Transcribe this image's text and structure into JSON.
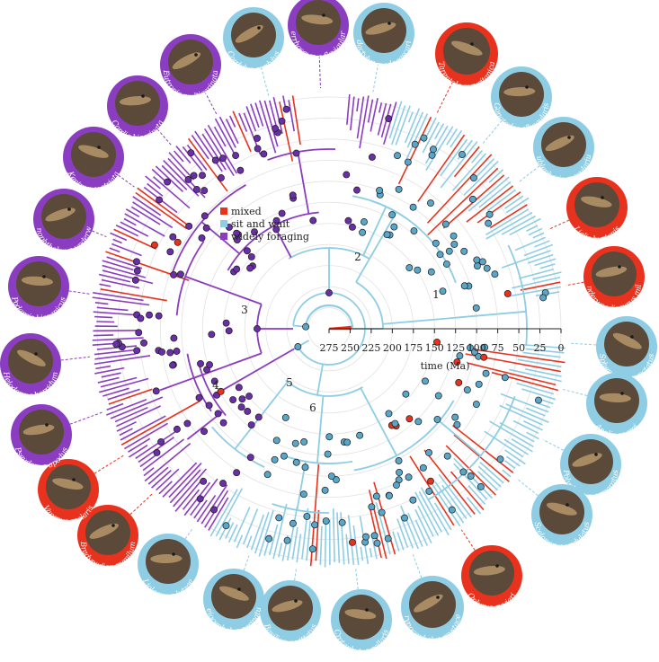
{
  "legend": [
    {
      "label": "mixed",
      "color": "#e8321e"
    },
    {
      "label": "sit and wait",
      "color": "#8ecde3"
    },
    {
      "label": "widely foraging",
      "color": "#8a3dc0"
    }
  ],
  "colors": {
    "mixed": "#e8321e",
    "sit_and_wait": "#8ecde3",
    "widely_foraging": "#8a3dc0",
    "node_sw": "#5aa6c8",
    "node_wf": "#6a2fa8",
    "grid": "#e2e2e2"
  },
  "axis": {
    "label": "time (Ma)",
    "ticks": [
      "275",
      "250",
      "225",
      "200",
      "175",
      "150",
      "125",
      "100",
      "75",
      "50",
      "25",
      "0"
    ],
    "max": 275
  },
  "node_labels": [
    "1",
    "2",
    "3",
    "4",
    "5",
    "6"
  ],
  "species": [
    {
      "name": "Cordylus cordylus",
      "mode": "sit_and_wait"
    },
    {
      "name": "Gerrhosaurus flavigularis",
      "mode": "widely_foraging"
    },
    {
      "name": "Lygodactylus madagascariensis",
      "mode": "sit_and_wait"
    },
    {
      "name": "Tarentola mauritanica",
      "mode": "mixed"
    },
    {
      "name": "Gonatodes albogularis",
      "mode": "sit_and_wait"
    },
    {
      "name": "Eublepharis macularius",
      "mode": "sit_and_wait"
    },
    {
      "name": "Lialis burtonis",
      "mode": "mixed"
    },
    {
      "name": "Underwoodisaurus milii",
      "mode": "mixed"
    },
    {
      "name": "Sphenodon punctatus",
      "mode": "sit_and_wait"
    },
    {
      "name": "Anolis sagrei",
      "mode": "sit_and_wait"
    },
    {
      "name": "Polychrus marmoratus",
      "mode": "sit_and_wait"
    },
    {
      "name": "Sceloporus undulatus",
      "mode": "sit_and_wait"
    },
    {
      "name": "Oplurus cuvieri",
      "mode": "mixed"
    },
    {
      "name": "Phrynocephalus mystaceus",
      "mode": "sit_and_wait"
    },
    {
      "name": "Crotaphytus collaris",
      "mode": "sit_and_wait"
    },
    {
      "name": "Basiliscus vittatus",
      "mode": "sit_and_wait"
    },
    {
      "name": "Leiocephalus carinatus",
      "mode": "sit_and_wait"
    },
    {
      "name": "Liolaemus lutzae",
      "mode": "sit_and_wait"
    },
    {
      "name": "Bradypodion pumilum",
      "mode": "mixed"
    },
    {
      "name": "Varanus scalaris",
      "mode": "mixed"
    },
    {
      "name": "Pseudopus apodus",
      "mode": "widely_foraging"
    },
    {
      "name": "Heloderma horridum",
      "mode": "widely_foraging"
    },
    {
      "name": "Podarcis hispanicus",
      "mode": "widely_foraging"
    },
    {
      "name": "Gymnophthalmus underwoodi",
      "mode": "widely_foraging"
    },
    {
      "name": "Kentropyx striata",
      "mode": "widely_foraging"
    },
    {
      "name": "Cordia bicarinata",
      "mode": "widely_foraging"
    },
    {
      "name": "Eutropis multicarinata",
      "mode": "widely_foraging"
    }
  ]
}
